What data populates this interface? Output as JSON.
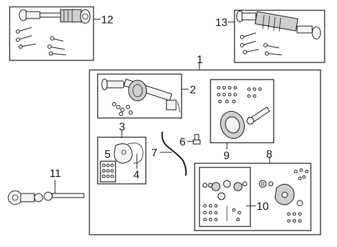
{
  "diagram": {
    "callouts": {
      "c1": "1",
      "c2": "2",
      "c3": "3",
      "c4": "4",
      "c5": "5",
      "c6": "6",
      "c7": "7",
      "c8": "8",
      "c9": "9",
      "c10": "10",
      "c11": "11",
      "c12": "12",
      "c13": "13"
    }
  },
  "colors": {
    "line": "#111111",
    "part_fill": "#f4f4f4",
    "background": "#ffffff"
  }
}
